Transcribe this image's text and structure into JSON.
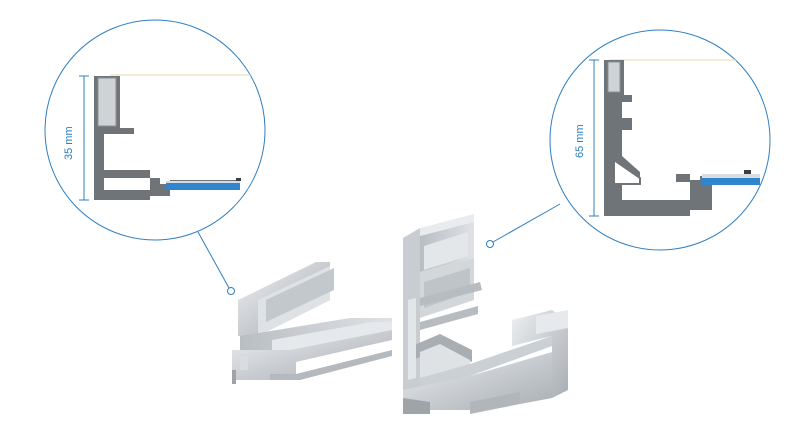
{
  "callouts": {
    "left": {
      "dimension_label": "35 mm"
    },
    "right": {
      "dimension_label": "65 mm"
    }
  },
  "colors": {
    "accent": "#2f7fc1",
    "profile_dark": "#6f7478",
    "profile_light": "#cfd3d6",
    "led_strip": "#2f86cc"
  },
  "products": [
    {
      "name": "small-aluminium-frame-profile"
    },
    {
      "name": "large-aluminium-frame-profile"
    }
  ]
}
